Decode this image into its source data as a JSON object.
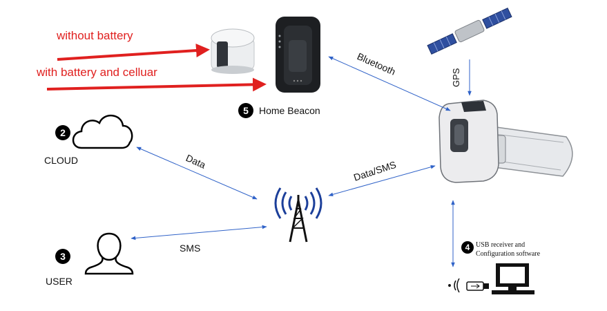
{
  "annotations": {
    "without_battery": "without battery",
    "with_battery_cellular": "with battery and celluar"
  },
  "nodes": {
    "home_beacon": {
      "number": "5",
      "label": "Home Beacon"
    },
    "cloud": {
      "number": "2",
      "label": "CLOUD"
    },
    "user": {
      "number": "3",
      "label": "USER"
    },
    "usb": {
      "number": "4",
      "label_line1": "USB receiver and",
      "label_line2": "Configuration software"
    }
  },
  "links": {
    "bluetooth": "Bluetooth",
    "gps": "GPS",
    "data": "Data",
    "data_sms": "Data/SMS",
    "sms": "SMS"
  },
  "colors": {
    "annotation_red": "#e0201f",
    "link_blue": "#2f62c8",
    "tower_blue": "#1c3f9a"
  }
}
